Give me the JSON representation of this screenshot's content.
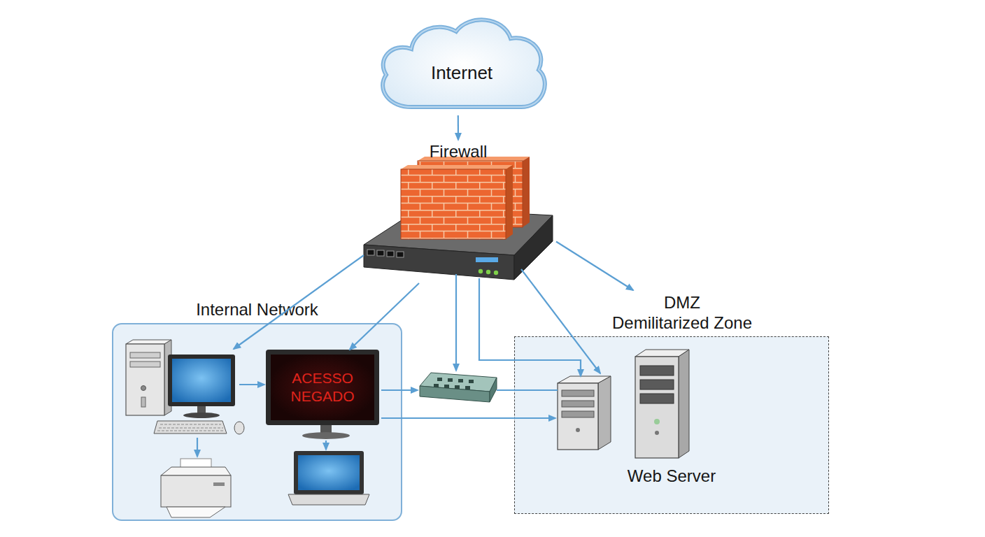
{
  "diagram": {
    "nodes": [
      {
        "text": [
          "Internet"
        ]
      },
      {
        "text": [
          "Firewall"
        ]
      },
      {
        "text": [
          "Internal Network"
        ]
      },
      {
        "text": [
          "ACESSO NEGADO"
        ],
        "in": 2
      },
      {
        "text": [
          "DMZ",
          "Demilitarized Zone"
        ]
      },
      {
        "text": [
          "Web Server"
        ],
        "in": 4
      }
    ],
    "edges": [
      {
        "from": 0,
        "to": 1,
        "arrow": "to"
      },
      {
        "from": 1,
        "to": 3,
        "arrow": "to"
      },
      {
        "from": 1,
        "to": 4,
        "arrow": "to"
      }
    ]
  }
}
